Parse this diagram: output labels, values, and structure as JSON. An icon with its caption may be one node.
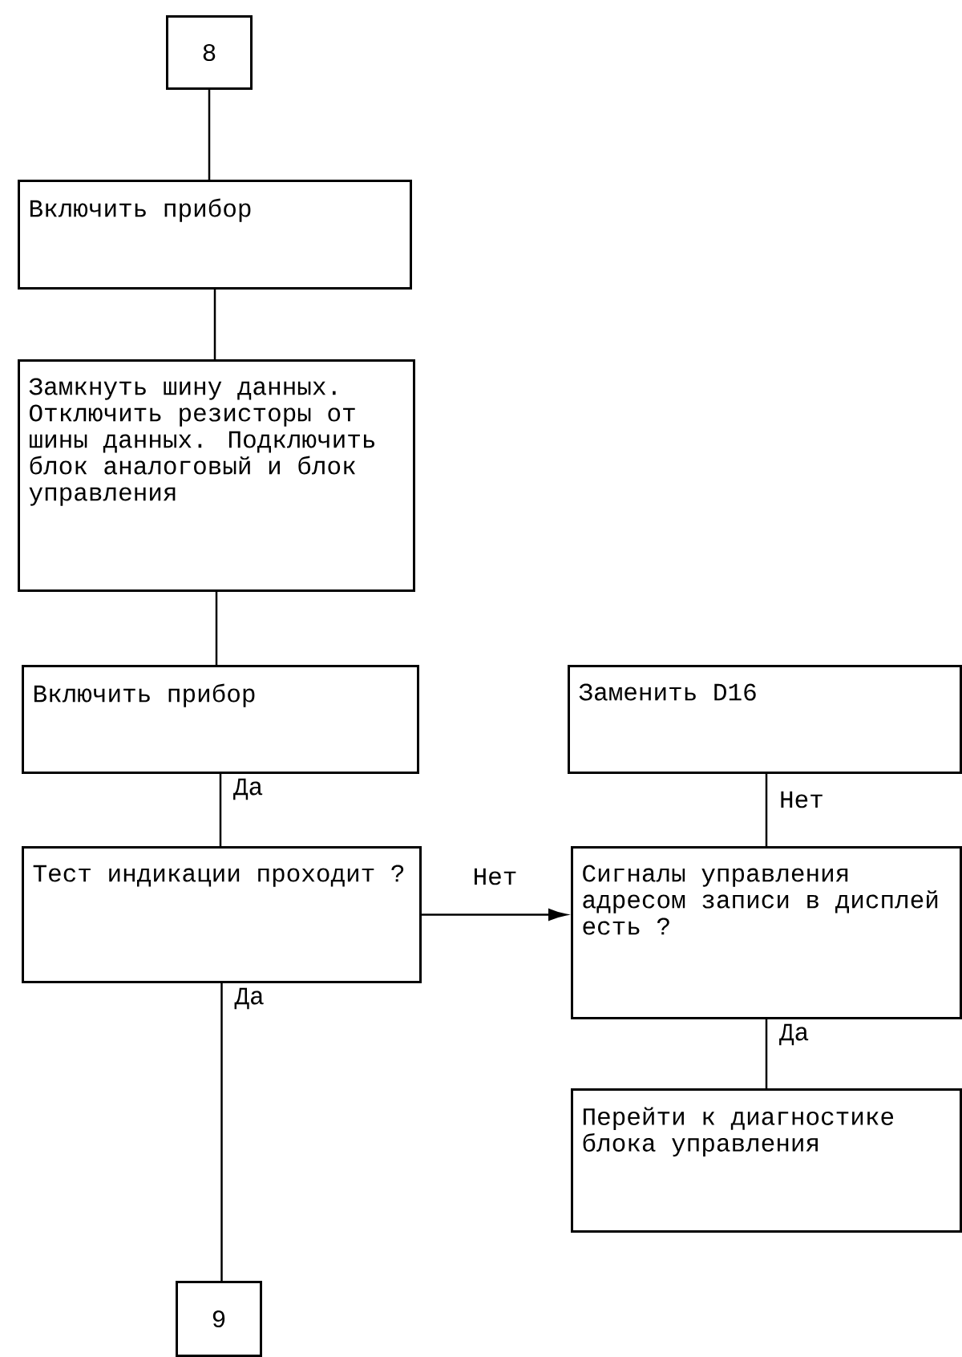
{
  "diagram": {
    "nodes": [
      {
        "text": [
          "8"
        ]
      },
      {
        "text": [
          "Включить прибор"
        ]
      },
      {
        "text": [
          "Замкнуть шину данных. Отключить резисторы от шины данных. Подключить блок аналоговый и блок управления"
        ]
      },
      {
        "text": [
          "Включить прибор"
        ]
      },
      {
        "text": [
          "Тест индикации проходит ?"
        ]
      },
      {
        "text": [
          "Заменить D16"
        ]
      },
      {
        "text": [
          "Сигналы управления адресом записи в дисплей есть ?"
        ]
      },
      {
        "text": [
          "Перейти к диагностике блока управления"
        ]
      },
      {
        "text": [
          "9"
        ]
      }
    ],
    "edges": [
      {
        "from": 0,
        "to": 1,
        "arrow": "none"
      },
      {
        "from": 1,
        "to": 2,
        "arrow": "none"
      },
      {
        "from": 2,
        "to": 3,
        "arrow": "none"
      },
      {
        "from": 3,
        "to": 4,
        "arrow": "none",
        "label": "Да"
      },
      {
        "from": 4,
        "to": 6,
        "arrow": "to",
        "label": "Нет"
      },
      {
        "from": 6,
        "to": 5,
        "arrow": "none",
        "label": "Нет"
      },
      {
        "from": 6,
        "to": 7,
        "arrow": "none",
        "label": "Да"
      },
      {
        "from": 4,
        "to": 8,
        "arrow": "none",
        "label": "Да"
      }
    ]
  }
}
